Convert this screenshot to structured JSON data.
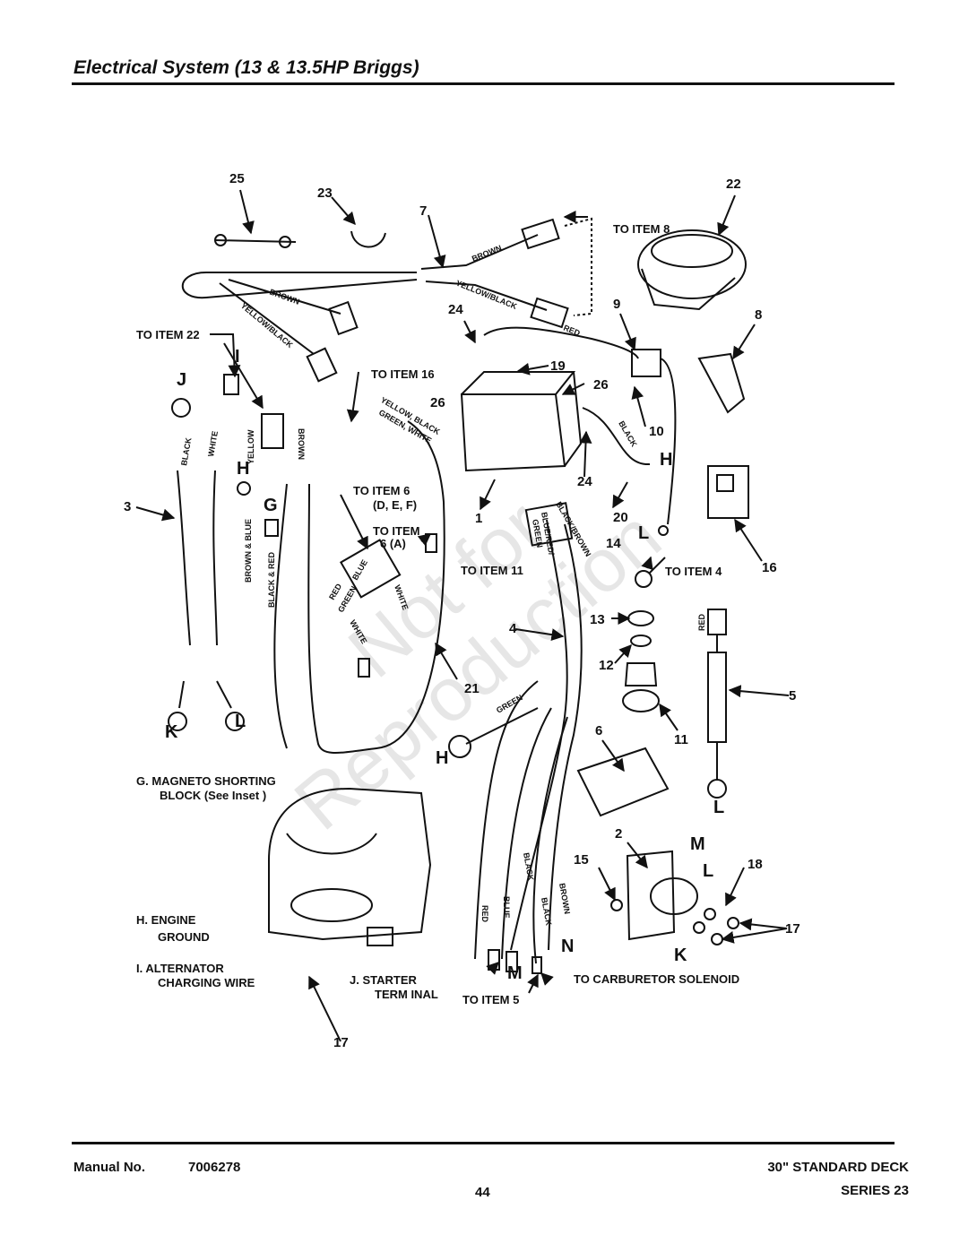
{
  "page": {
    "title": "Electrical System (13 & 13.5HP Briggs)",
    "watermark": [
      "Not for",
      "Reproduction"
    ]
  },
  "callouts": {
    "n25": "25",
    "n23": "23",
    "n7": "7",
    "n22": "22",
    "n9": "9",
    "n8": "8",
    "n24a": "24",
    "n19": "19",
    "n26a": "26",
    "n26b": "26",
    "n10": "10",
    "n24b": "24",
    "n20": "20",
    "n1": "1",
    "n14": "14",
    "n16": "16",
    "n3": "3",
    "n4": "4",
    "n13": "13",
    "n12": "12",
    "n21": "21",
    "n5": "5",
    "n11": "11",
    "n6": "6",
    "n2": "2",
    "n15": "15",
    "n18": "18",
    "n17a": "17",
    "n17b": "17"
  },
  "letters": {
    "I": "I",
    "J": "J",
    "H1": "H",
    "G": "G",
    "H2": "H",
    "L1": "L",
    "K1": "K",
    "L2": "L",
    "H3": "H",
    "L3": "L",
    "M1": "M",
    "L4": "L",
    "N": "N",
    "K2": "K",
    "M2": "M"
  },
  "labels": {
    "to_item_8": "TO ITEM 8",
    "to_item_22": "TO ITEM 22",
    "to_item_16": "TO ITEM 16",
    "to_item_6_def": "TO ITEM 6",
    "def": "(D, E, F)",
    "to_item_6a": "TO ITEM",
    "six_a": "6 (A)",
    "to_item_11": "TO ITEM 11",
    "to_item_4": "TO ITEM 4",
    "to_item_5": "TO ITEM 5",
    "to_carb": "TO CARBURETOR SOLENOID",
    "g_line1": "G. MAGNETO SHORTING",
    "g_line2": "BLOCK (See Inset )",
    "h_line1": "H. ENGINE",
    "h_line2": "GROUND",
    "i_line1": "I. ALTERNATOR",
    "i_line2": "CHARGING WIRE",
    "j_line1": "J. STARTER",
    "j_line2": "TERM INAL"
  },
  "wires": {
    "brown1": "BROWN",
    "yb1": "YELLOW/BLACK",
    "red1": "RED",
    "brown2": "BROWN",
    "yb2": "YELLOW/BLACK",
    "yellow": "YELLOW",
    "brown3": "BROWN",
    "black1": "BLACK",
    "white1": "WHITE",
    "yg1": "YELLOW, BLACK",
    "yg2": "GREEN, WHITE",
    "black2": "BLACK",
    "bb": "BROWN & BLUE",
    "br": "BLACK & RED",
    "red2": "RED",
    "blue1": "BLUE",
    "green1": "GREEN",
    "white2": "WHITE",
    "white3": "WHITE",
    "bb2": "BLACK/BROWN",
    "brg": "BLUE/RED/",
    "green2": "GREEN",
    "green3": "GREEN",
    "red3": "RED",
    "red4": "RED",
    "blue2": "BLUE",
    "black3": "BLACK",
    "black4": "BLACK",
    "brown4": "BROWN"
  },
  "footer": {
    "manual_label": "Manual No.",
    "manual_no": "7006278",
    "page_no": "44",
    "deck": "30\" STANDARD DECK",
    "series": "SERIES 23"
  }
}
